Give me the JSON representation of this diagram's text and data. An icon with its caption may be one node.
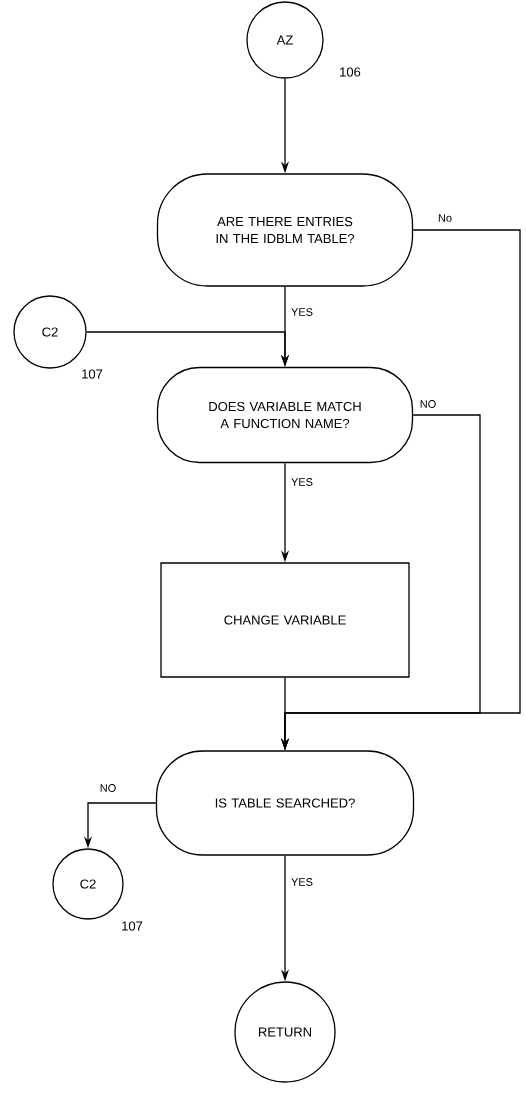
{
  "diagram": {
    "nodes": [
      {
        "text": [
          "AZ"
        ],
        "beside": [
          "106"
        ]
      },
      {
        "text": [
          "ARE THERE ENTRIES IN THE IDBLM TABLE?"
        ]
      },
      {
        "text": [
          "C2"
        ],
        "beside": [
          "107"
        ]
      },
      {
        "text": [
          "DOES VARIABLE MATCH A FUNCTION NAME?"
        ]
      },
      {
        "text": [
          "CHANGE VARIABLE"
        ]
      },
      {
        "text": [
          "IS TABLE SEARCHED?"
        ]
      },
      {
        "text": [
          "C2"
        ],
        "beside": [
          "107"
        ]
      },
      {
        "text": [
          "RETURN"
        ]
      }
    ],
    "edges": [
      {
        "from": 0,
        "to": 1,
        "arrow": "to"
      },
      {
        "from": 1,
        "to": 3,
        "arrow": "to",
        "label": "YES"
      },
      {
        "from": 2,
        "to": 3,
        "arrow": "to"
      },
      {
        "from": 3,
        "to": 4,
        "arrow": "to",
        "label": "YES"
      },
      {
        "from": 3,
        "to": 5,
        "arrow": "to",
        "label": "NO"
      },
      {
        "from": 1,
        "to": 5,
        "arrow": "to",
        "label": "No"
      },
      {
        "from": 4,
        "to": 5,
        "arrow": "to"
      },
      {
        "from": 5,
        "to": 6,
        "arrow": "to",
        "label": "NO"
      },
      {
        "from": 5,
        "to": 7,
        "arrow": "to",
        "label": "YES"
      }
    ]
  }
}
